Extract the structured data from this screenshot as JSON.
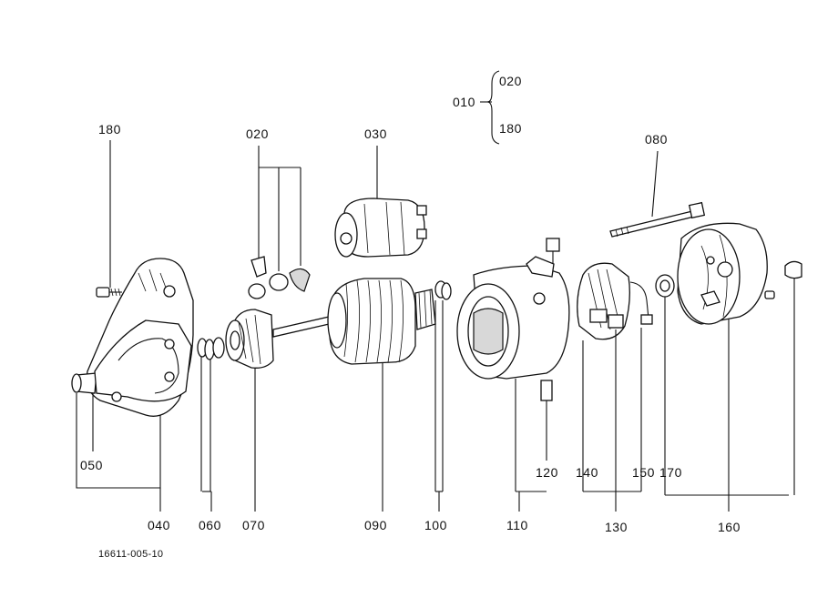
{
  "diagram": {
    "callouts": {
      "p180_top": "180",
      "p020": "020",
      "p030": "030",
      "p080": "080",
      "p040": "040",
      "p050": "050",
      "p060": "060",
      "p070": "070",
      "p090": "090",
      "p100": "100",
      "p110": "110",
      "p120": "120",
      "p130": "130",
      "p140": "140",
      "p150": "150",
      "p160": "160",
      "p170": "170"
    },
    "assembly_group": {
      "parent": "010",
      "range_start": "020",
      "range_end": "180"
    },
    "drawing_number": "16611-005-10"
  }
}
